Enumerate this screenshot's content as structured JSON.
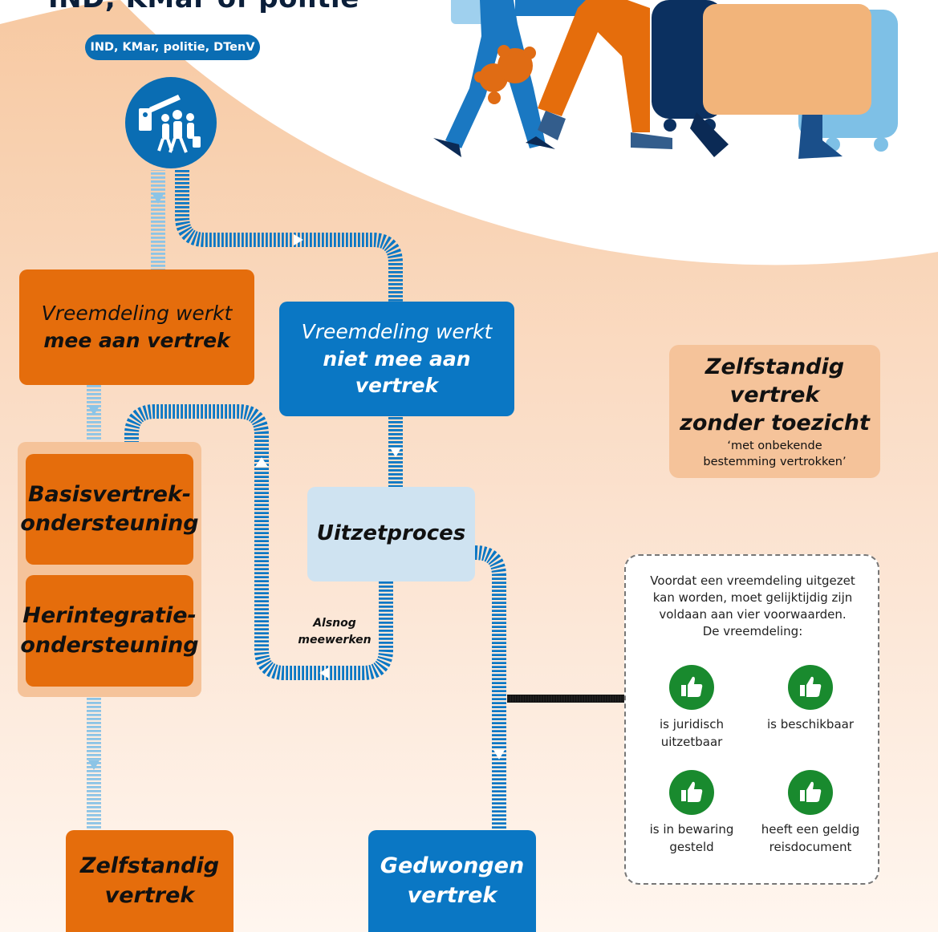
{
  "header": {
    "title_partial": "IND, KMar of politie",
    "actors_pill": "IND, KMar, politie, DTenV"
  },
  "icons": {
    "border_control": "border-barrier-people-icon",
    "condition": "thumbs-up-icon",
    "illustration": "travelling-family-with-luggage-illustration"
  },
  "colors": {
    "orange": "#e56d0c",
    "blue": "#0a77c4",
    "light_blue": "#cfe3f1",
    "peach": "#f5c39a",
    "green": "#198a2e"
  },
  "boxes": {
    "cooperates": {
      "line1": "Vreemdeling werkt",
      "line2": "mee aan vertrek"
    },
    "not_cooperates": {
      "line1": "Vreemdeling werkt",
      "line2": "niet mee aan vertrek"
    },
    "basic_support": {
      "line1": "Basisvertrek-",
      "line2": "ondersteuning"
    },
    "reintegration_support": {
      "line1": "Herintegratie-",
      "line2": "ondersteuning"
    },
    "expulsion_process": {
      "label": "Uitzetproces"
    },
    "independent_departure": {
      "line1": "Zelfstandig",
      "line2": "vertrek"
    },
    "forced_departure": {
      "line1": "Gedwongen",
      "line2": "vertrek"
    },
    "unsupervised_departure": {
      "line1": "Zelfstandig vertrek",
      "line2": "zonder toezicht",
      "note1": "‘met onbekende",
      "note2": "bestemming vertrokken’"
    }
  },
  "arrow_label": {
    "line1": "Alsnog",
    "line2": "meewerken"
  },
  "conditions": {
    "intro": [
      "Voordat een vreemdeling uitgezet",
      "kan worden, moet gelijktijdig zijn",
      "voldaan aan vier voorwaarden.",
      "De vreemdeling:"
    ],
    "items": [
      {
        "line1": "is juridisch",
        "line2": "uitzetbaar"
      },
      {
        "line1": "is beschikbaar",
        "line2": ""
      },
      {
        "line1": "is in bewaring",
        "line2": "gesteld"
      },
      {
        "line1": "heeft een geldig",
        "line2": "reisdocument"
      }
    ]
  }
}
